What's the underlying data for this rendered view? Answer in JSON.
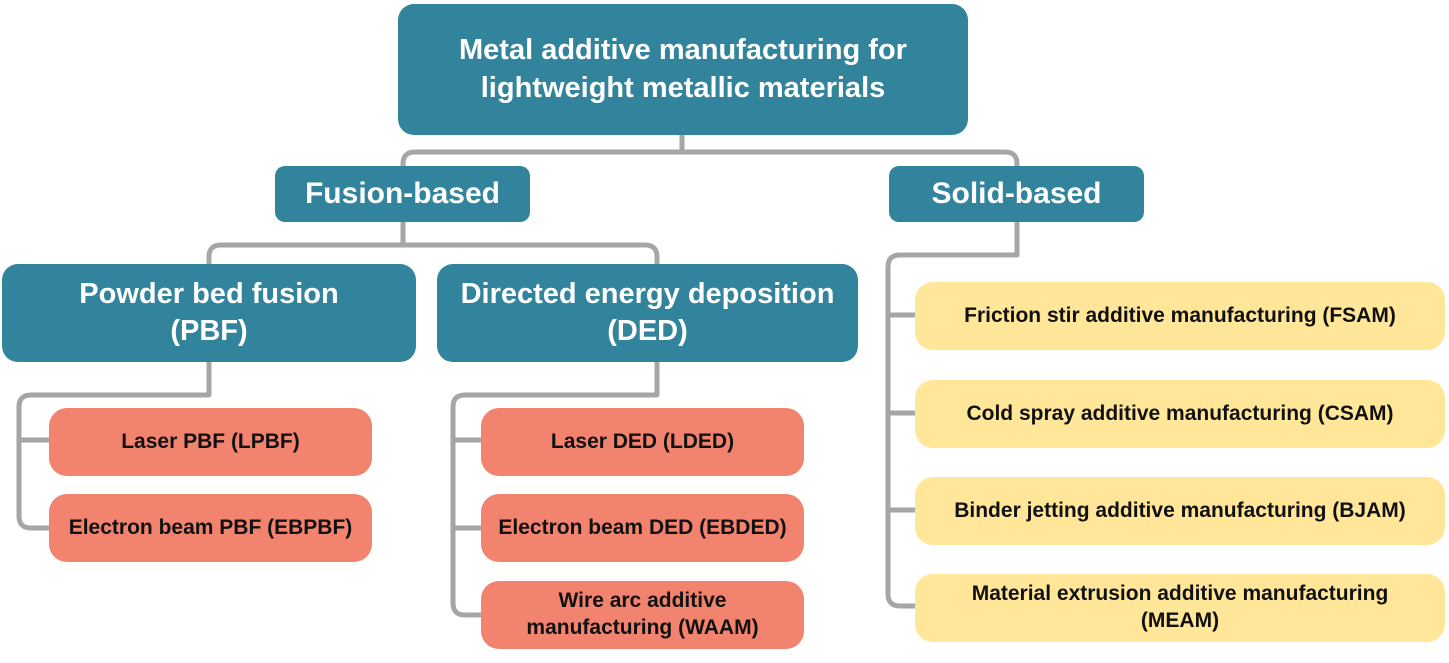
{
  "root": {
    "label": "Metal additive manufacturing for lightweight metallic materials"
  },
  "fusion": {
    "label": "Fusion-based",
    "pbf": {
      "label": "Powder bed fusion (PBF)",
      "children": [
        "Laser PBF (LPBF)",
        "Electron beam PBF (EBPBF)"
      ]
    },
    "ded": {
      "label": "Directed energy deposition (DED)",
      "children": [
        "Laser DED (LDED)",
        "Electron beam DED (EBDED)",
        "Wire arc additive manufacturing (WAAM)"
      ]
    }
  },
  "solid": {
    "label": "Solid-based",
    "children": [
      "Friction stir additive manufacturing (FSAM)",
      "Cold spray additive manufacturing (CSAM)",
      "Binder jetting additive manufacturing (BJAM)",
      "Material extrusion additive manufacturing (MEAM)"
    ]
  },
  "colors": {
    "primary_node": "#31849b",
    "secondary_node": "#f2836f",
    "solid_node": "#ffe699",
    "connector": "#a6a6a6"
  }
}
